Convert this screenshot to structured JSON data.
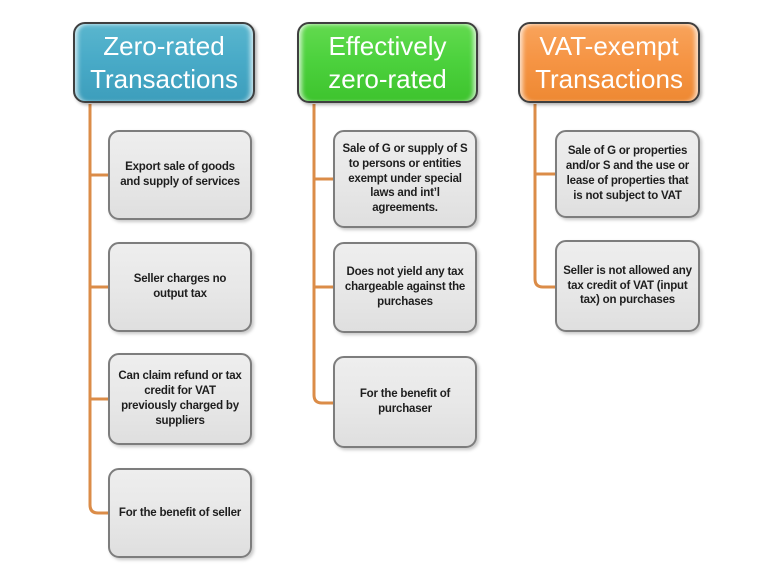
{
  "diagram": {
    "connector_color": "#DB8C48",
    "columns": [
      {
        "header": "Zero-rated Transactions",
        "header_color": "#49ABC8",
        "children": [
          "Export sale of goods and supply of services",
          "Seller charges no output tax",
          "Can claim refund or tax credit for VAT previously charged by suppliers",
          "For the benefit of seller"
        ]
      },
      {
        "header": "Effectively zero-rated",
        "header_color": "#4DD23E",
        "children": [
          "Sale of G or supply of S to persons or entities exempt under special laws and int’l agreements.",
          "Does not yield any tax chargeable against the purchases",
          "For the benefit of purchaser"
        ]
      },
      {
        "header": "VAT-exempt Transactions",
        "header_color": "#F69545",
        "children": [
          "Sale of G or properties and/or S and the use or lease of properties that is not subject to VAT",
          "Seller is not allowed any tax credit of VAT (input tax) on purchases"
        ]
      }
    ]
  }
}
